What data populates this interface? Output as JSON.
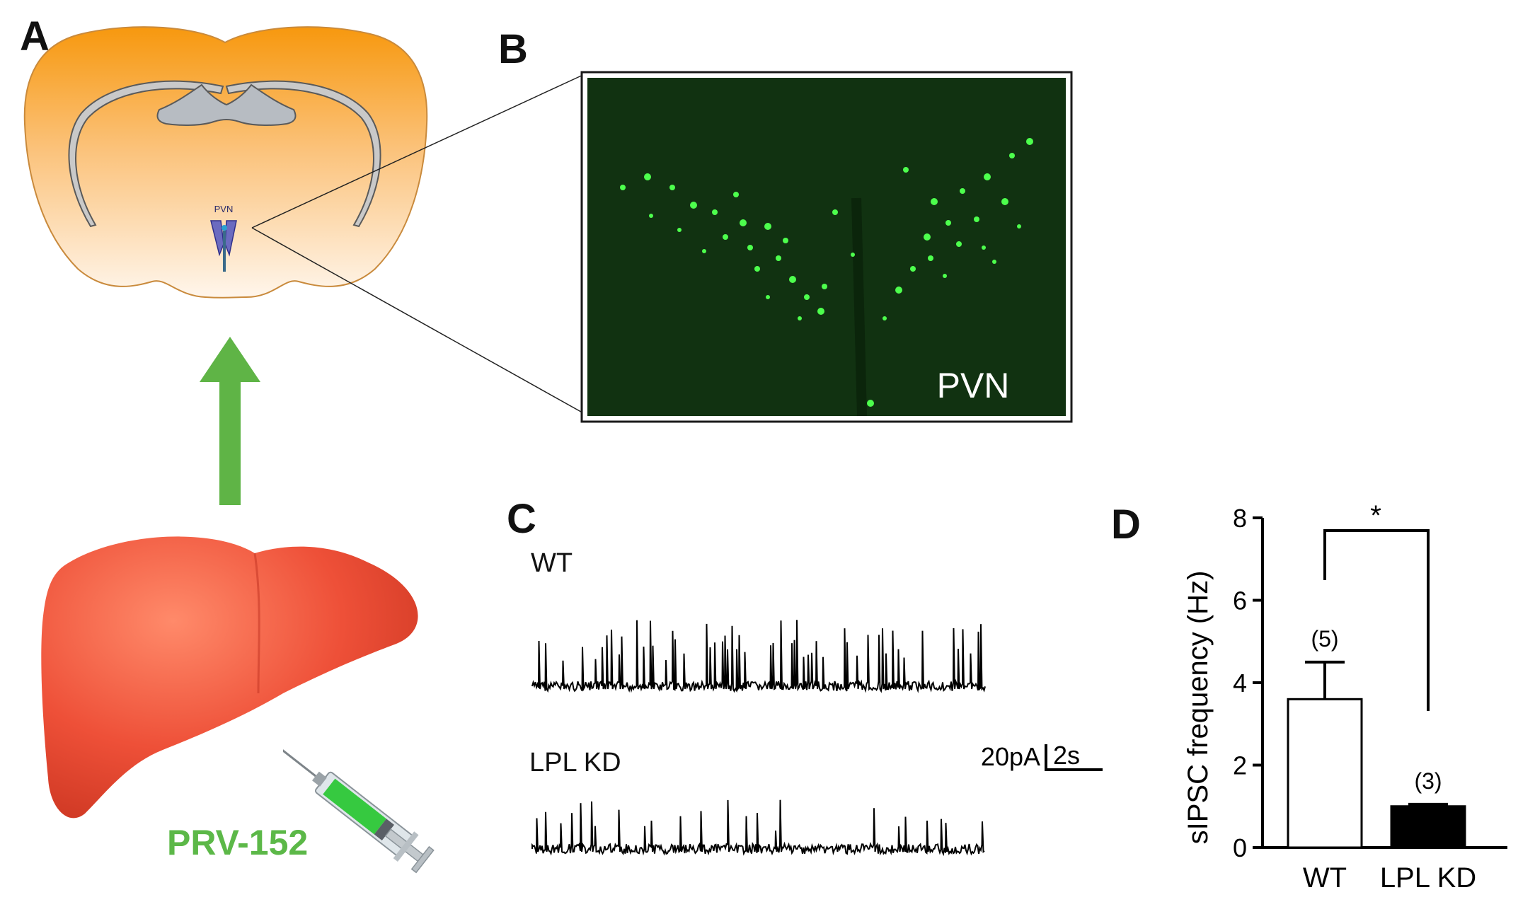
{
  "panels": {
    "a": {
      "letter": "A",
      "region_label": "PVN",
      "virus_label": "PRV-152"
    },
    "b": {
      "letter": "B",
      "image_label": "PVN"
    },
    "c": {
      "letter": "C",
      "trace_wt_label": "WT",
      "trace_kd_label": "LPL KD",
      "scale_current": "20pA",
      "scale_time": "2s"
    },
    "d": {
      "letter": "D",
      "significance": "*"
    }
  },
  "colors": {
    "arrow_green": "#5fb446",
    "virus_green": "#5cb848",
    "liver_red": "#ee5038",
    "fluorescence_green": "#4dff4d"
  },
  "chart_data": {
    "type": "bar",
    "categories": [
      "WT",
      "LPL KD"
    ],
    "values": [
      3.6,
      1.0
    ],
    "error": [
      0.9,
      0.05
    ],
    "n_labels": [
      "(5)",
      "(3)"
    ],
    "bar_fill": [
      "#ffffff",
      "#000000"
    ],
    "ylabel": "sIPSC frequency (Hz)",
    "ylim": [
      0,
      8
    ],
    "yticks": [
      "0",
      "2",
      "4",
      "6",
      "8"
    ],
    "significance": "*"
  }
}
